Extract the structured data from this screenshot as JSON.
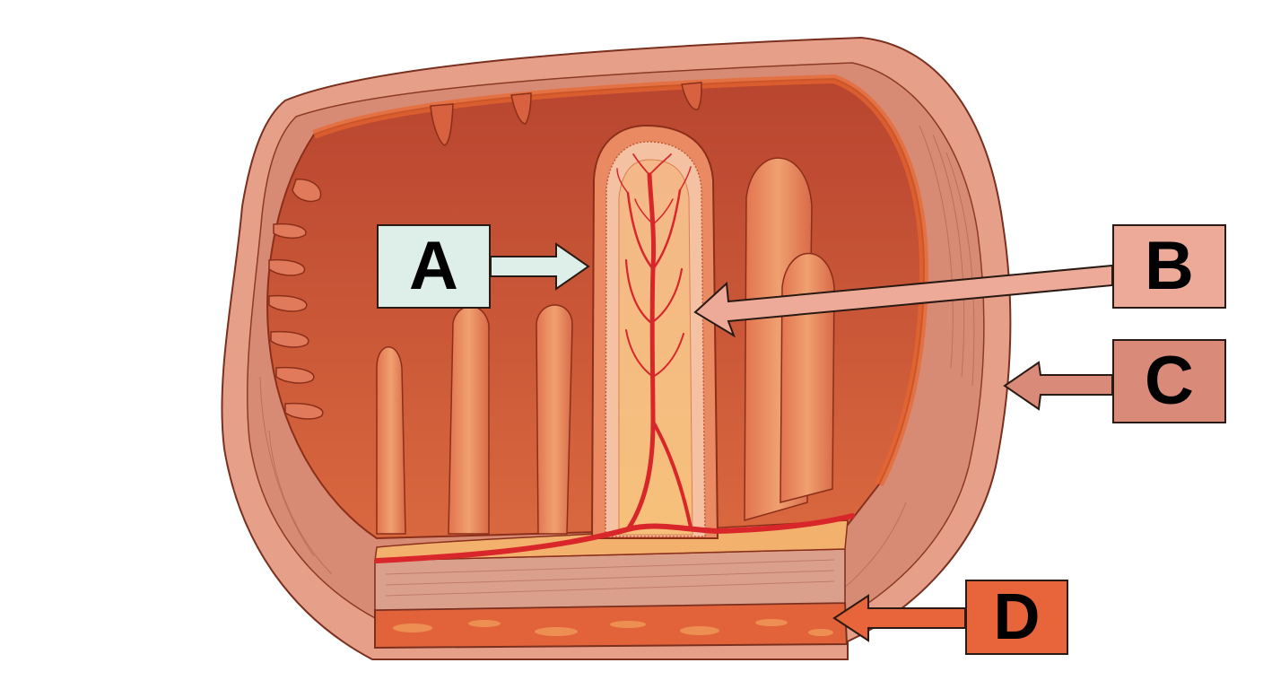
{
  "labels": {
    "a": {
      "text": "A",
      "color": "#deefe9"
    },
    "b": {
      "text": "B",
      "color": "#eeaa98"
    },
    "c": {
      "text": "C",
      "color": "#d98a79"
    },
    "d": {
      "text": "D",
      "color": "#e8643a"
    }
  },
  "colors": {
    "outline": "#7a2f1f",
    "serosa": "#e6a08a",
    "muscle": "#d88b74",
    "lumen": "#c9533a",
    "mucosa": "#d96a4a",
    "villus_core": "#f2b36a",
    "capillary": "#d8262a",
    "submucosa_band": "#e2633a"
  },
  "icons": {
    "arrow_a": "arrow-right-icon",
    "arrow_b": "arrow-left-icon",
    "arrow_c": "arrow-left-icon",
    "arrow_d": "arrow-left-icon"
  }
}
